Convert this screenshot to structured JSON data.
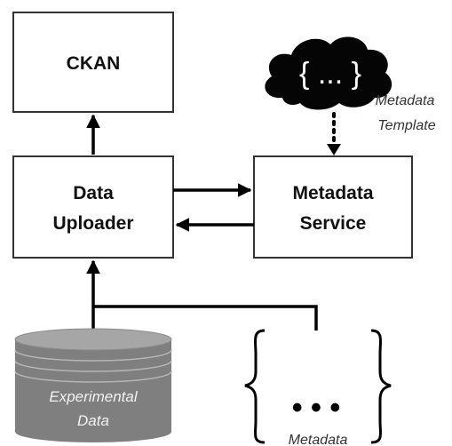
{
  "nodes": {
    "ckan": {
      "label": "CKAN"
    },
    "uploader": {
      "line1": "Data",
      "line2": "Uploader"
    },
    "service": {
      "line1": "Metadata",
      "line2": "Service"
    },
    "template": {
      "symbol": "{ ... }",
      "line1": "Metadata",
      "line2": "Template"
    },
    "database": {
      "line1": "Experimental",
      "line2": "Data"
    },
    "metadata_doc": {
      "ellipsis": "• • •",
      "label": "Metadata"
    }
  },
  "colors": {
    "box_stroke": "#333333",
    "arrow": "#000000",
    "cloud_fill": "#050505",
    "database_fill": "#7f7f7f",
    "database_top": "#a6a6a6"
  }
}
